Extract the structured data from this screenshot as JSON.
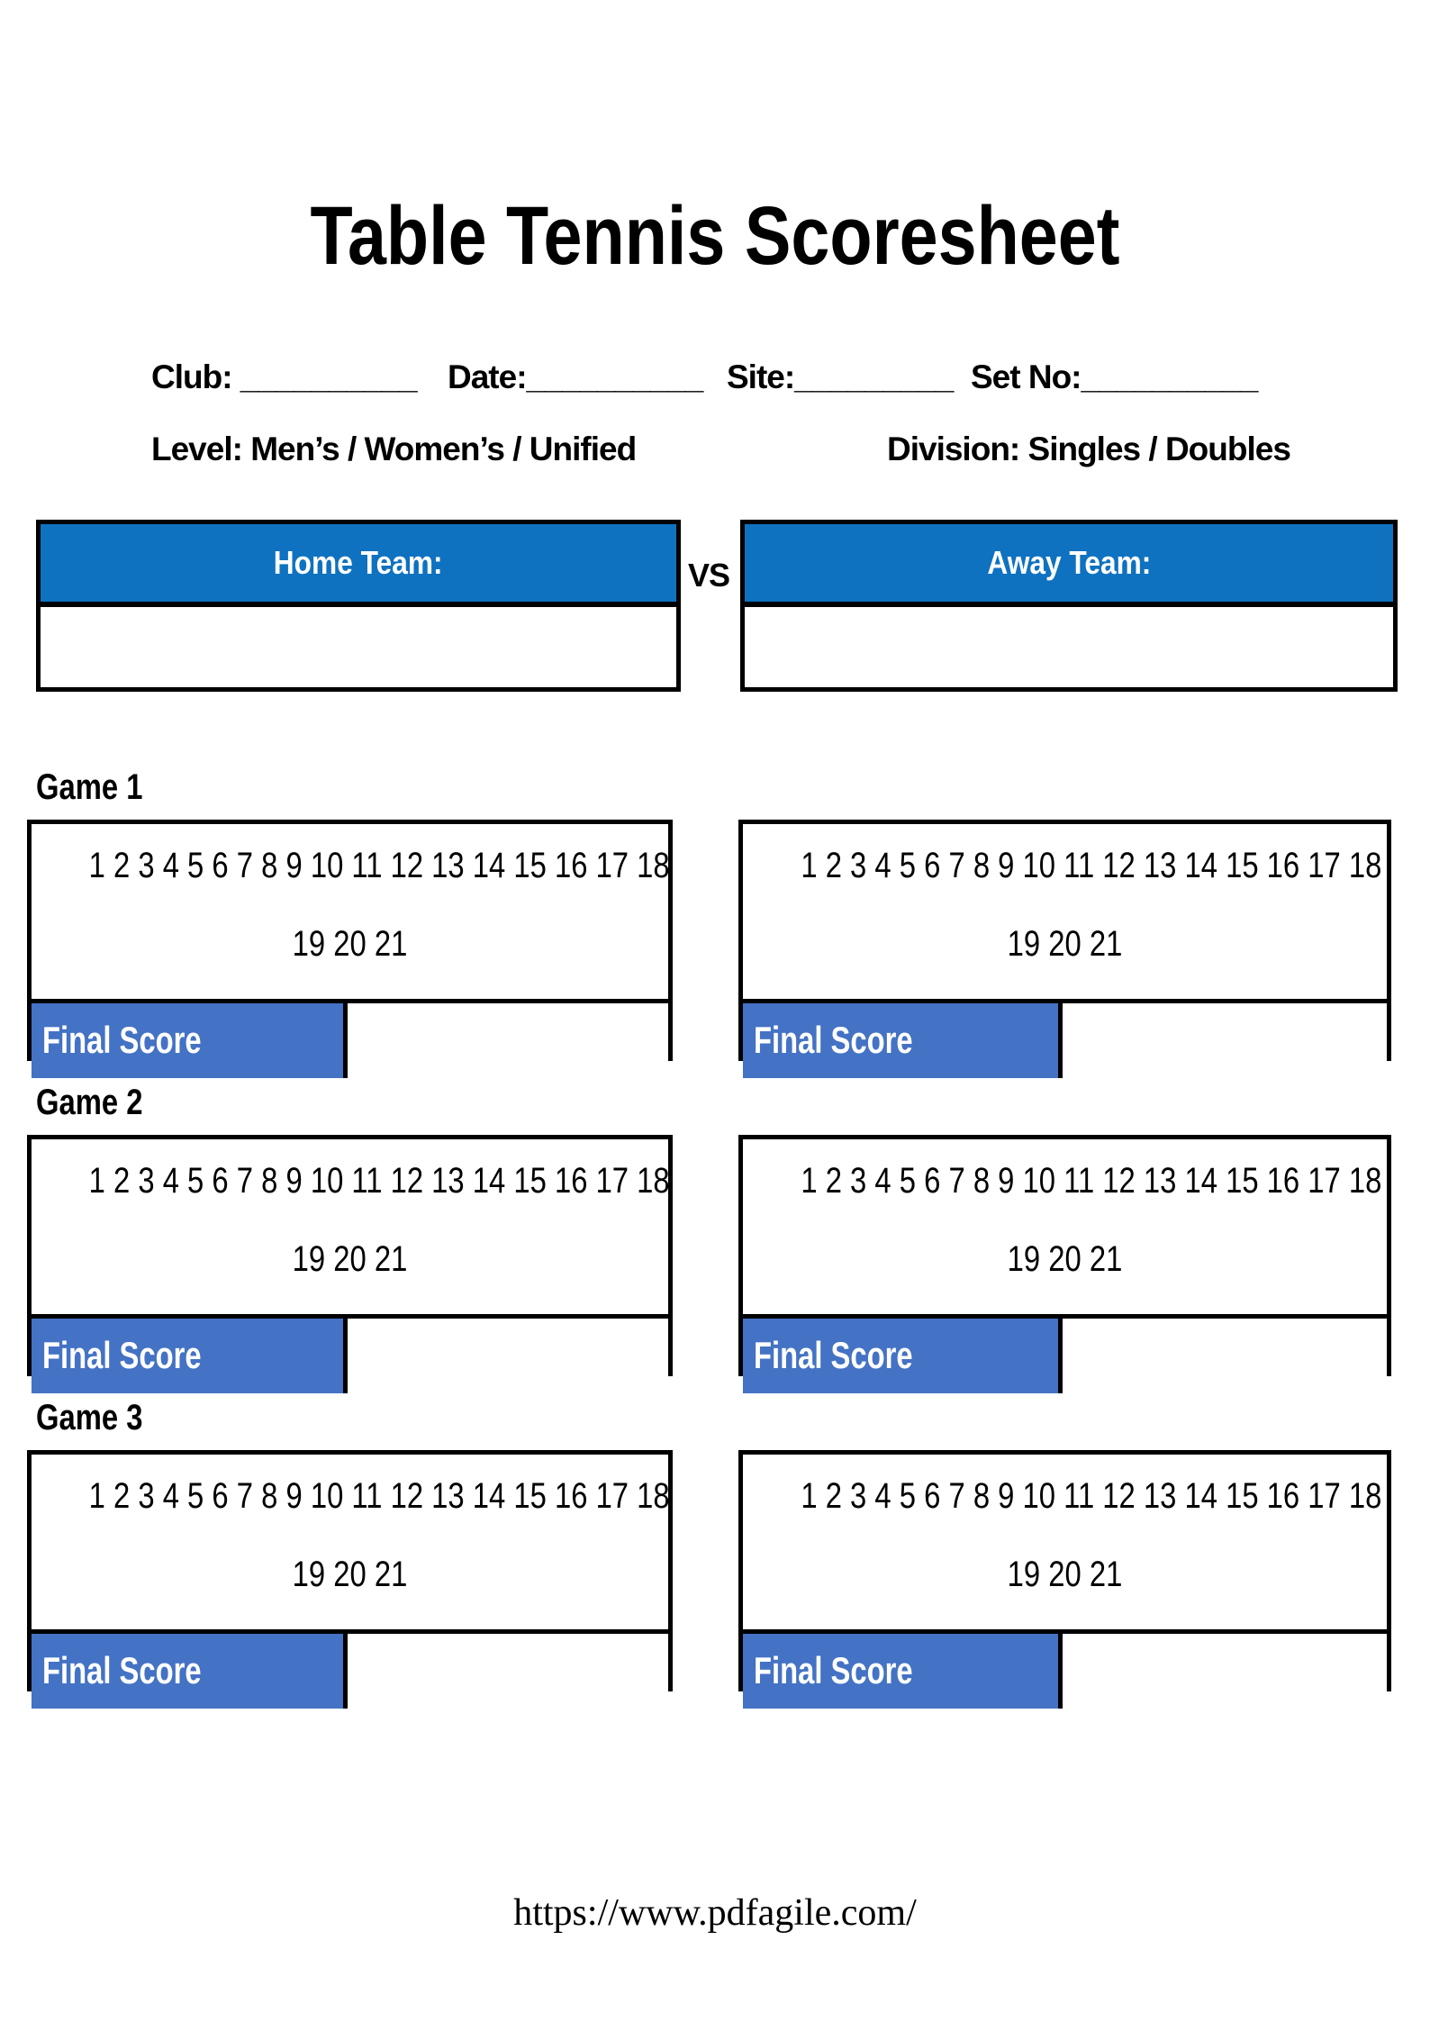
{
  "title": "Table Tennis Scoresheet",
  "colors": {
    "team_header_blue": "#0E72C0",
    "final_score_blue": "#4472C4",
    "border_black": "#000000"
  },
  "fields": {
    "club": "Club: __________",
    "date": "Date:__________",
    "site": "Site:_________",
    "set_no": "Set No:__________",
    "level": "Level: Men’s / Women’s / Unified",
    "division": "Division: Singles / Doubles"
  },
  "teams": {
    "home_label": "Home Team:",
    "vs_label": "VS",
    "away_label": "Away Team:"
  },
  "games": [
    {
      "label": "Game 1"
    },
    {
      "label": "Game 2"
    },
    {
      "label": "Game 3"
    }
  ],
  "score_grid": {
    "points_row1": "1 2 3 4 5 6 7 8 9 10 11 12 13 14 15 16 17 18",
    "points_row2": "19 20 21",
    "final_score_label": "Final Score"
  },
  "footer": {
    "url": "https://www.pdfagile.com/"
  }
}
